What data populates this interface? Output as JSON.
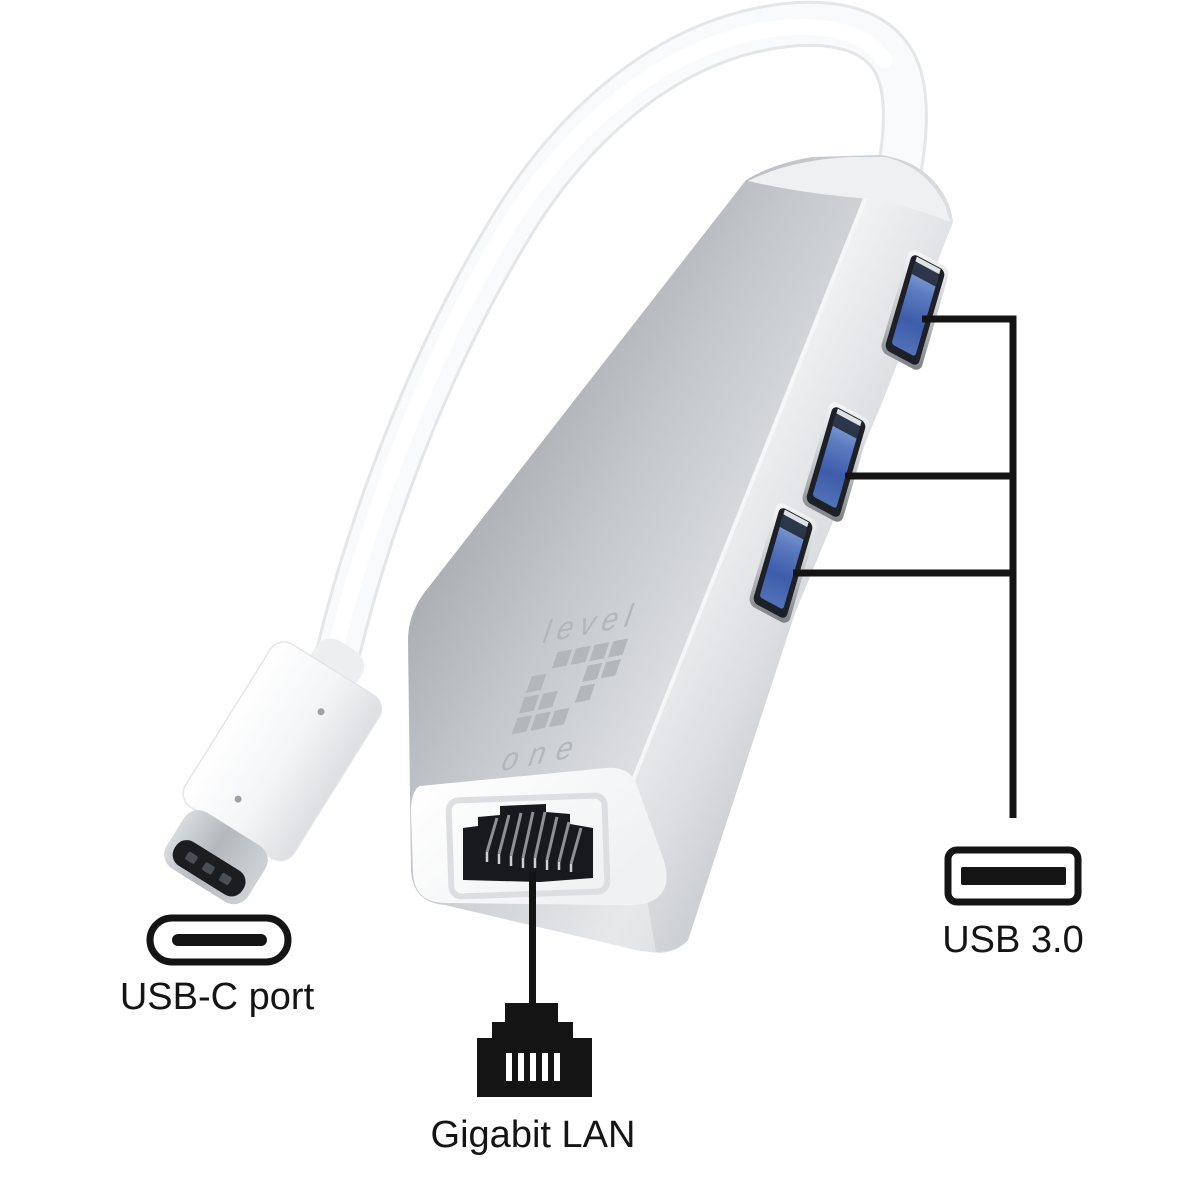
{
  "figure": {
    "title": "USB-C hub product diagram",
    "description": "Silver aluminum USB Type-C hub with white cable, three USB 3.0 ports and Gigabit LAN port, annotated with callout lines"
  },
  "brand": {
    "line1": "level",
    "line2": "one"
  },
  "annotations": {
    "usb_c_label": "USB-C port",
    "lan_label": "Gigabit LAN",
    "usb3_label": "USB 3.0"
  },
  "ports": {
    "usb3_count": 3,
    "lan_count": 1,
    "usbc_count": 1
  },
  "colors": {
    "usb_port_blue": "#4a68b4",
    "usb_port_blue_light": "#8fa6d8",
    "usb_port_blue_dark": "#2e4a92",
    "aluminum": "#c6c9cd",
    "aluminum_dark": "#9ea1a6",
    "cable_white": "#fafbfc",
    "callout_black": "#141414",
    "label_text": "#141414",
    "cap_white": "#ffffff",
    "jack_black": "#17191d"
  }
}
